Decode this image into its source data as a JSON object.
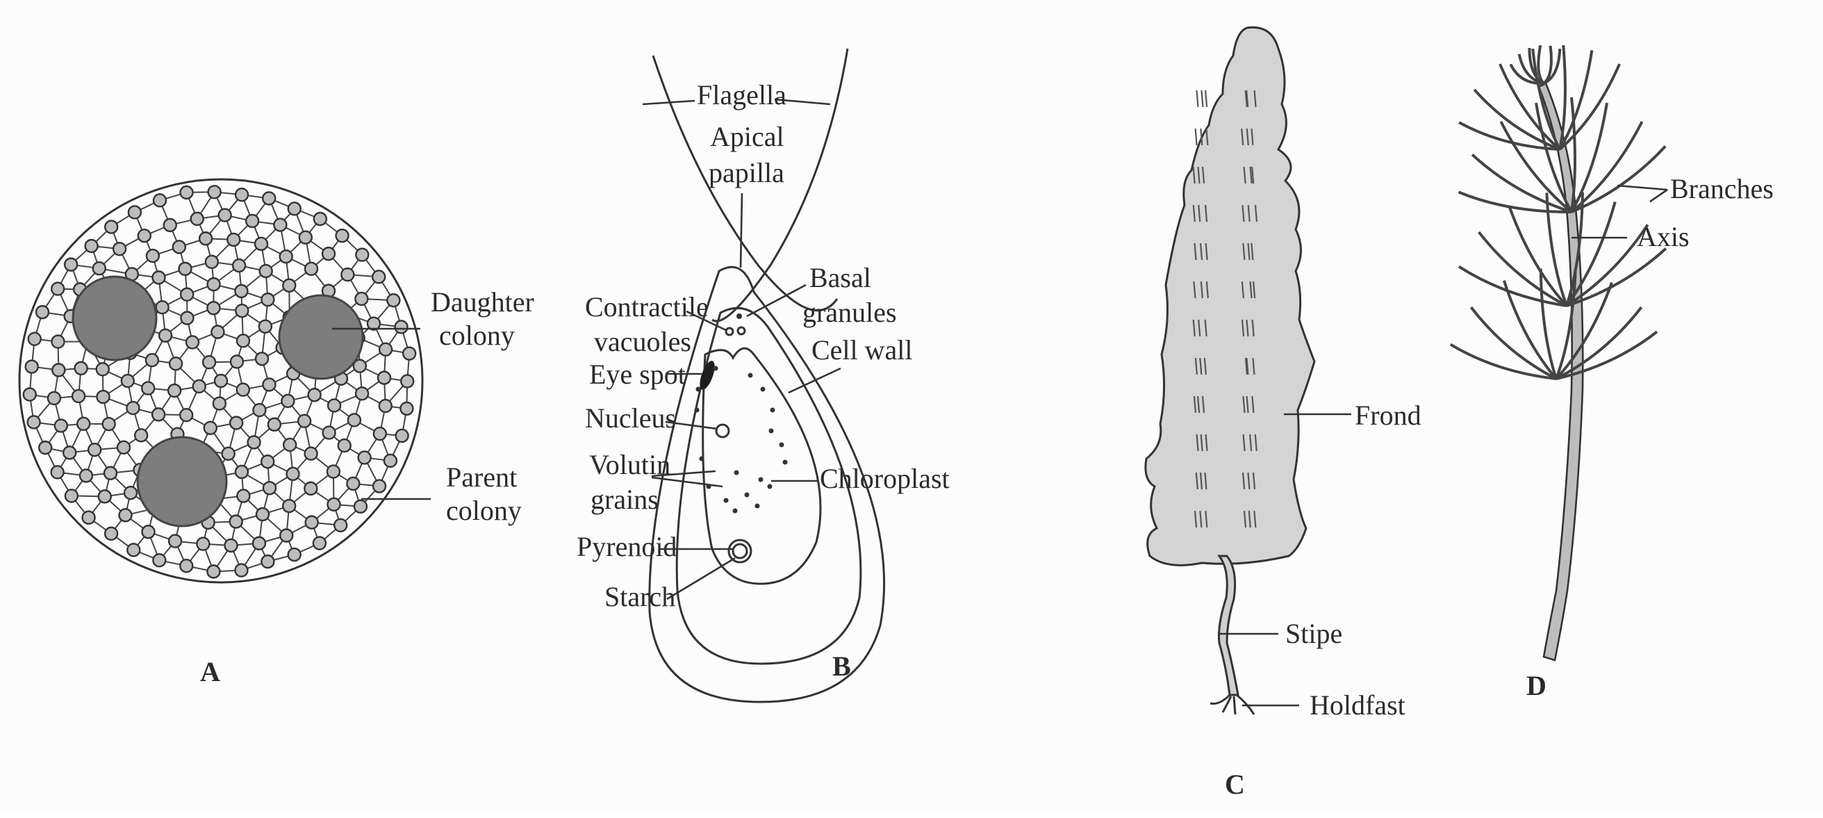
{
  "figure": {
    "panels": [
      {
        "id": "A",
        "caption": "A",
        "subject": "volvox-colony",
        "labels": {
          "daughter_colony": [
            "Daughter",
            "colony"
          ],
          "parent_colony": [
            "Parent",
            "colony"
          ]
        }
      },
      {
        "id": "B",
        "caption": "B",
        "subject": "chlamydomonas-cell",
        "labels": {
          "flagella": "Flagella",
          "apical_papilla": [
            "Apical",
            "papilla"
          ],
          "basal_granules": [
            "Basal",
            "granules"
          ],
          "contractile_vacuoles": [
            "Contractile",
            "vacuoles"
          ],
          "cell_wall": "Cell wall",
          "eye_spot": "Eye spot",
          "nucleus": "Nucleus",
          "volutin_grains": [
            "Volutin",
            "grains"
          ],
          "chloroplast": "Chloroplast",
          "pyrenoid": "Pyrenoid",
          "starch": "Starch"
        }
      },
      {
        "id": "C",
        "caption": "C",
        "subject": "kelp-thallus",
        "labels": {
          "frond": "Frond",
          "stipe": "Stipe",
          "holdfast": "Holdfast"
        }
      },
      {
        "id": "D",
        "caption": "D",
        "subject": "chara-branch",
        "labels": {
          "branches": "Branches",
          "axis": "Axis"
        }
      }
    ]
  }
}
